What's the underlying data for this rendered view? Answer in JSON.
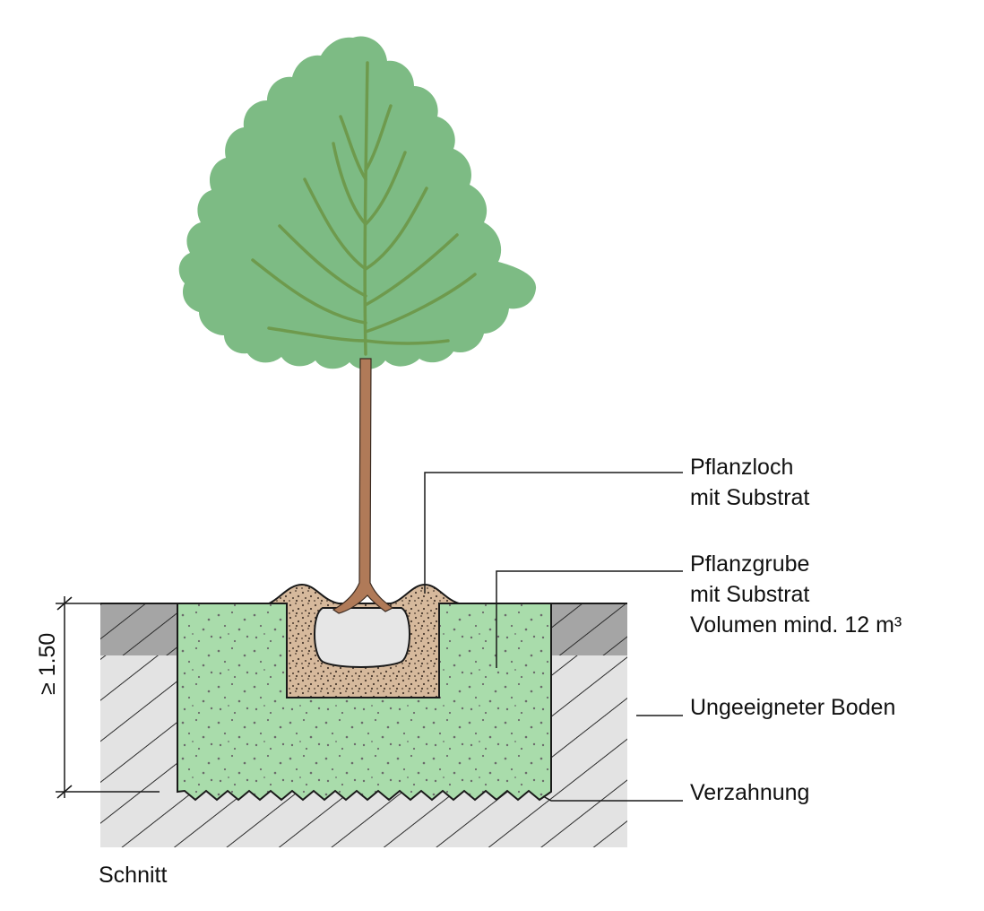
{
  "labels": {
    "pflanzloch": [
      "Pflanzloch",
      "mit Substrat"
    ],
    "pflanzgrube": [
      "Pflanzgrube",
      "mit Substrat",
      "Volumen mind. 12 m³"
    ],
    "boden": "Ungeeigneter Boden",
    "verzahnung": "Verzahnung",
    "section": "Schnitt",
    "depth": "≥ 1.50"
  },
  "colors": {
    "canopy": "#7dbb84",
    "branch": "#6e9a4d",
    "trunk": "#b07a58",
    "substrate_pit": "#a9dcab",
    "substrate_hole": "#d6b99c",
    "root_ball": "#e6e6e6",
    "soil_light": "#e3e3e3",
    "soil_dark": "#a8a8a8",
    "hatch": "#2b2b2b",
    "line": "#1a1a1a"
  }
}
